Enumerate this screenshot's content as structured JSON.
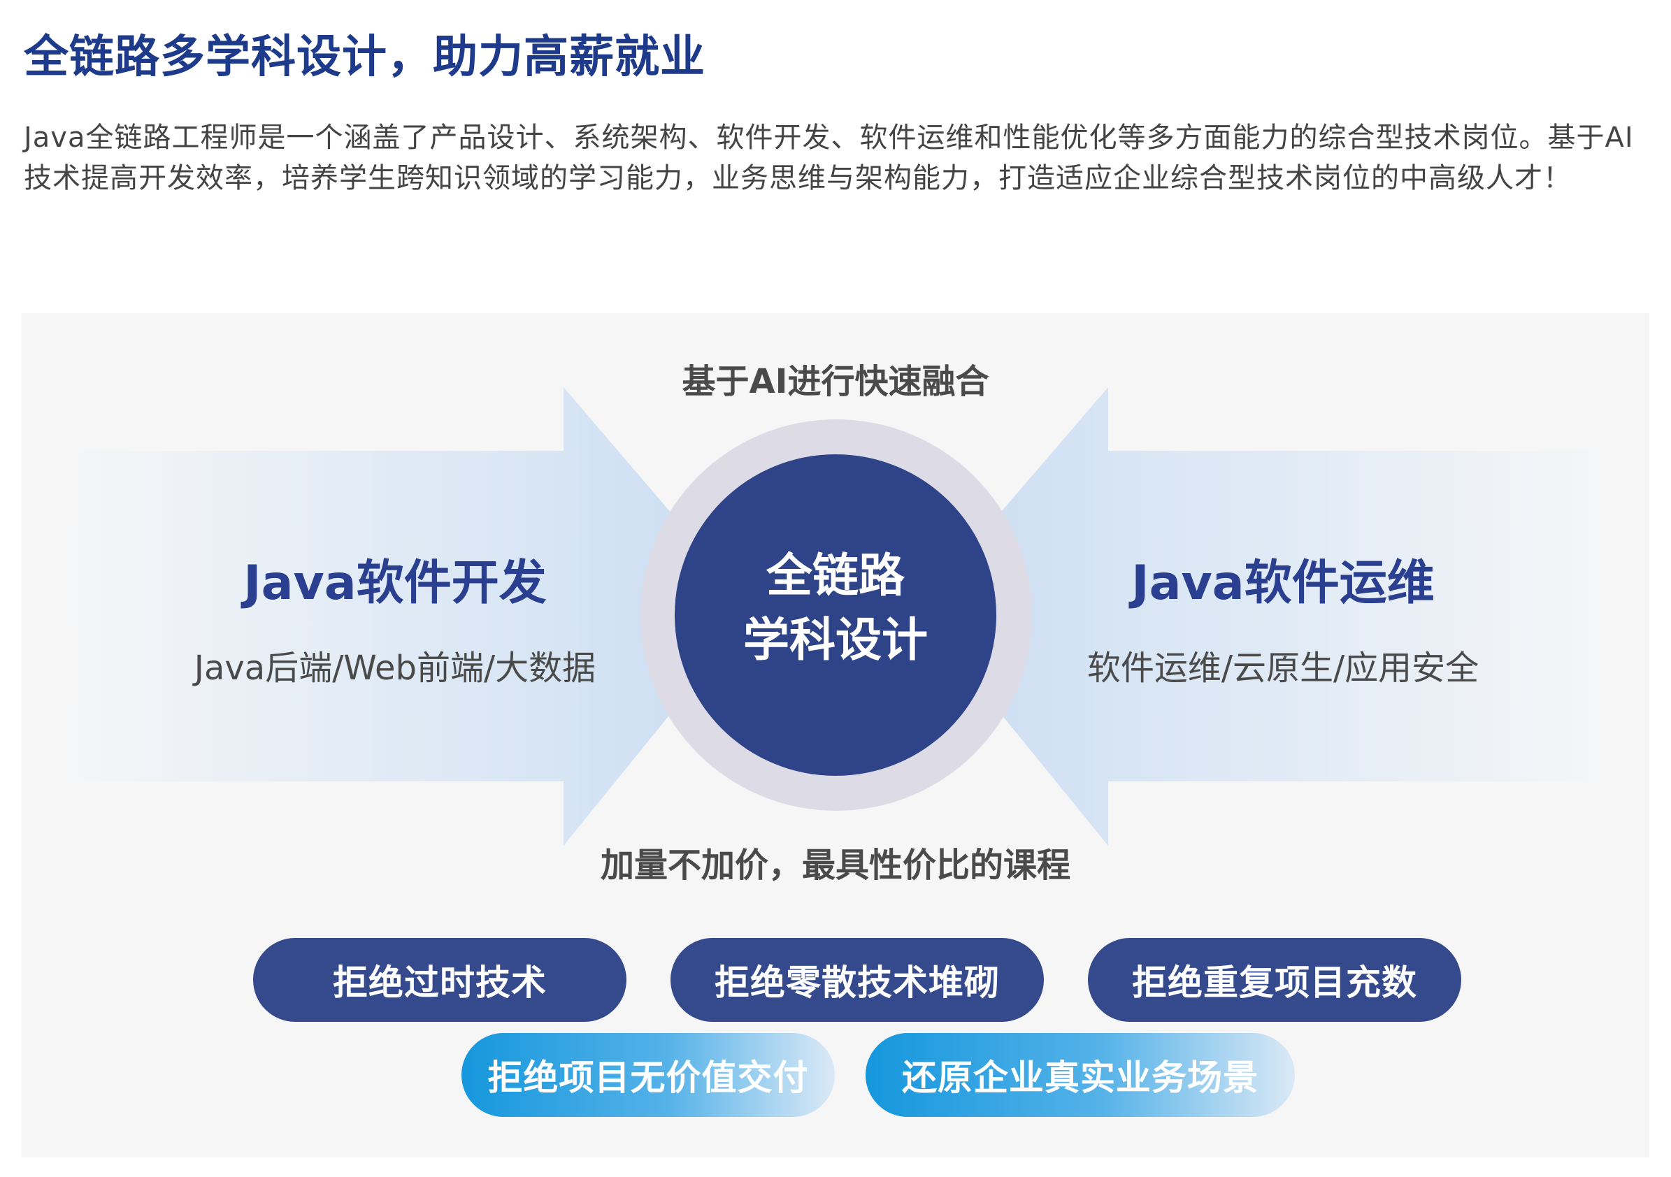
{
  "header": {
    "title": "全链路多学科设计，助力高薪就业",
    "description": "Java全链路工程师是一个涵盖了产品设计、系统架构、软件开发、软件运维和性能优化等多方面能力的综合型技术岗位。基于AI技术提高开发效率，培养学生跨知识领域的学习能力，业务思维与架构能力，打造适应企业综合型技术岗位的中高级人才！"
  },
  "diagram": {
    "top_label": "基于AI进行快速融合",
    "bottom_label": "加量不加价，最具性价比的课程",
    "center": {
      "line1": "全链路",
      "line2": "学科设计"
    },
    "left": {
      "title": "Java软件开发",
      "subtitle": "Java后端/Web前端/大数据"
    },
    "right": {
      "title": "Java软件运维",
      "subtitle": "软件运维/云原生/应用安全"
    },
    "colors": {
      "core": "#2f4488",
      "ring": "#dcdbe6",
      "arrow": "#cfe0f3",
      "title": "#1e3a8a"
    }
  },
  "features": {
    "row1": [
      "拒绝过时技术",
      "拒绝零散技术堆砌",
      "拒绝重复项目充数"
    ],
    "row2": [
      "拒绝项目无价值交付",
      "还原企业真实业务场景"
    ]
  }
}
